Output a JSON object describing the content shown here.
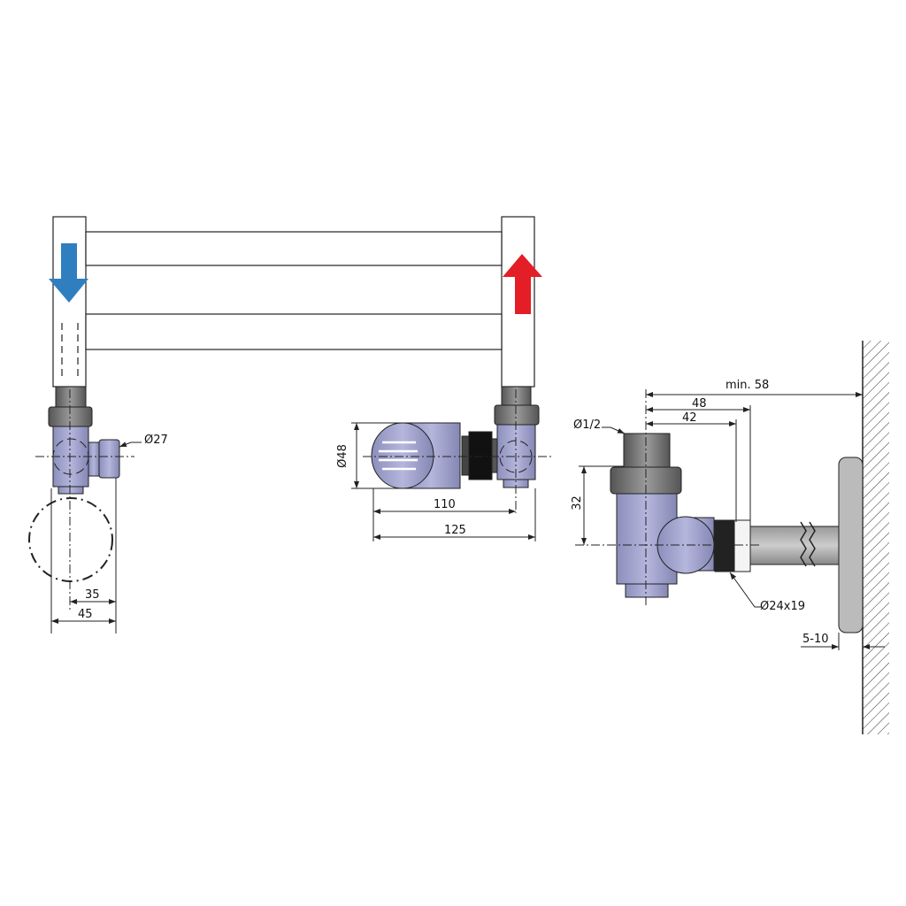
{
  "colors": {
    "valve_body": "#a7a9cf",
    "metal": "#8a8a8a",
    "pipe": "#b9b9bd",
    "cold_arrow": "#2f7fc0",
    "hot_arrow": "#e41e26",
    "line": "#222222"
  },
  "left_view": {
    "port_diameter": "Ø27",
    "dim_35": "35",
    "dim_45": "45"
  },
  "middle_view": {
    "head_diameter": "Ø48",
    "dim_110": "110",
    "dim_125": "125"
  },
  "right_view": {
    "thread": "Ø1/2",
    "dim_32": "32",
    "dim_min58": "min. 58",
    "dim_48": "48",
    "dim_42": "42",
    "connection": "Ø24x19",
    "rosette_gap": "5-10"
  }
}
